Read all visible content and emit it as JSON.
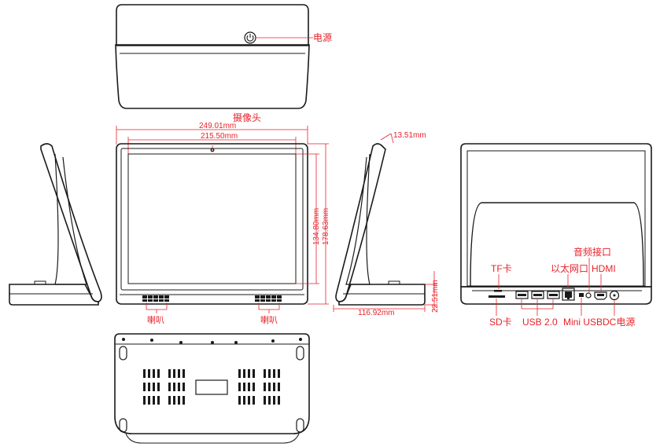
{
  "labels": {
    "power": "电源",
    "camera": "摄像头",
    "speaker_left": "喇叭",
    "speaker_right": "喇叭",
    "tf_card": "TF卡",
    "ethernet": "以太网口",
    "audio_jack": "音频接口",
    "hdmi": "HDMI",
    "sd_card": "SD卡",
    "usb": "USB 2.0",
    "mini_usb": "Mini USB",
    "dc_power": "DC电源"
  },
  "dimensions": {
    "total_width": "249.01mm",
    "screen_width": "215.50mm",
    "screen_height": "134.80mm",
    "total_height": "178.63mm",
    "bezel": "13.51mm",
    "depth": "116.92mm",
    "base_height": "22.51mm"
  },
  "colors": {
    "annotation": "#e8222a",
    "outline": "#1a1a1a"
  }
}
